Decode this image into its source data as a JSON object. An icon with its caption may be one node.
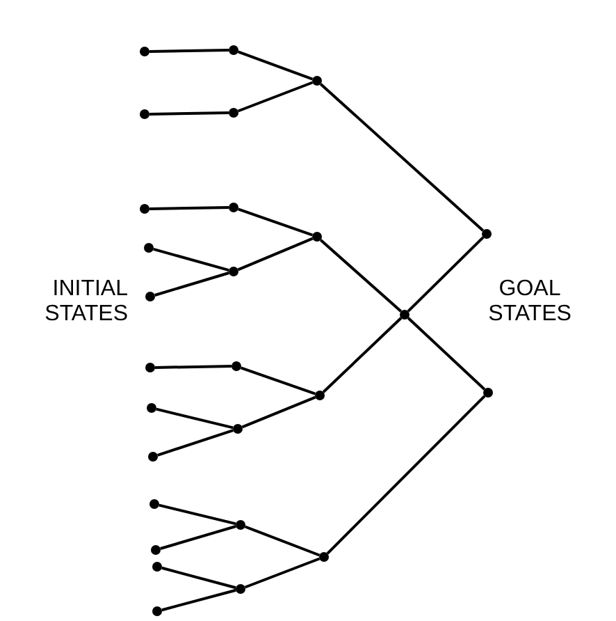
{
  "diagram": {
    "nodes": [
      {
        "text": [],
        "shape": "circle"
      },
      {
        "text": [],
        "shape": "circle"
      },
      {
        "text": [],
        "shape": "circle"
      },
      {
        "text": [],
        "shape": "circle"
      },
      {
        "text": [],
        "shape": "circle"
      },
      {
        "text": [],
        "shape": "circle"
      },
      {
        "text": [],
        "shape": "circle"
      },
      {
        "text": [],
        "shape": "circle"
      },
      {
        "text": [],
        "shape": "circle"
      },
      {
        "text": [],
        "shape": "circle"
      },
      {
        "text": [],
        "shape": "circle"
      },
      {
        "text": [],
        "shape": "circle"
      },
      {
        "text": [],
        "shape": "circle"
      },
      {
        "text": [],
        "shape": "circle"
      },
      {
        "text": [],
        "shape": "circle"
      },
      {
        "text": [],
        "shape": "circle"
      },
      {
        "text": [],
        "shape": "circle"
      },
      {
        "text": [],
        "shape": "circle"
      },
      {
        "text": [],
        "shape": "circle"
      },
      {
        "text": [],
        "shape": "circle"
      },
      {
        "text": [],
        "shape": "circle"
      },
      {
        "text": [],
        "shape": "circle"
      },
      {
        "text": [],
        "shape": "circle"
      },
      {
        "text": [],
        "shape": "circle"
      },
      {
        "text": [],
        "shape": "circle"
      },
      {
        "text": [],
        "shape": "circle"
      },
      {
        "text": [],
        "shape": "circle"
      }
    ],
    "edges": [
      {
        "from": 0,
        "to": 12,
        "arrow": "none"
      },
      {
        "from": 1,
        "to": 13,
        "arrow": "none"
      },
      {
        "from": 2,
        "to": 14,
        "arrow": "none"
      },
      {
        "from": 3,
        "to": 15,
        "arrow": "none"
      },
      {
        "from": 4,
        "to": 15,
        "arrow": "none"
      },
      {
        "from": 5,
        "to": 16,
        "arrow": "none"
      },
      {
        "from": 6,
        "to": 17,
        "arrow": "none"
      },
      {
        "from": 7,
        "to": 17,
        "arrow": "none"
      },
      {
        "from": 8,
        "to": 18,
        "arrow": "none"
      },
      {
        "from": 9,
        "to": 18,
        "arrow": "none"
      },
      {
        "from": 10,
        "to": 19,
        "arrow": "none"
      },
      {
        "from": 11,
        "to": 19,
        "arrow": "none"
      },
      {
        "from": 12,
        "to": 20,
        "arrow": "none"
      },
      {
        "from": 13,
        "to": 20,
        "arrow": "none"
      },
      {
        "from": 14,
        "to": 21,
        "arrow": "none"
      },
      {
        "from": 15,
        "to": 21,
        "arrow": "none"
      },
      {
        "from": 16,
        "to": 22,
        "arrow": "none"
      },
      {
        "from": 17,
        "to": 22,
        "arrow": "none"
      },
      {
        "from": 18,
        "to": 23,
        "arrow": "none"
      },
      {
        "from": 19,
        "to": 23,
        "arrow": "none"
      },
      {
        "from": 21,
        "to": 24,
        "arrow": "none"
      },
      {
        "from": 22,
        "to": 24,
        "arrow": "none"
      },
      {
        "from": 20,
        "to": 25,
        "arrow": "none"
      },
      {
        "from": 24,
        "to": 25,
        "arrow": "none"
      },
      {
        "from": 24,
        "to": 26,
        "arrow": "none"
      },
      {
        "from": 23,
        "to": 26,
        "arrow": "none"
      }
    ],
    "labels": [
      "INITIAL STATES",
      "GOAL STATES"
    ]
  }
}
